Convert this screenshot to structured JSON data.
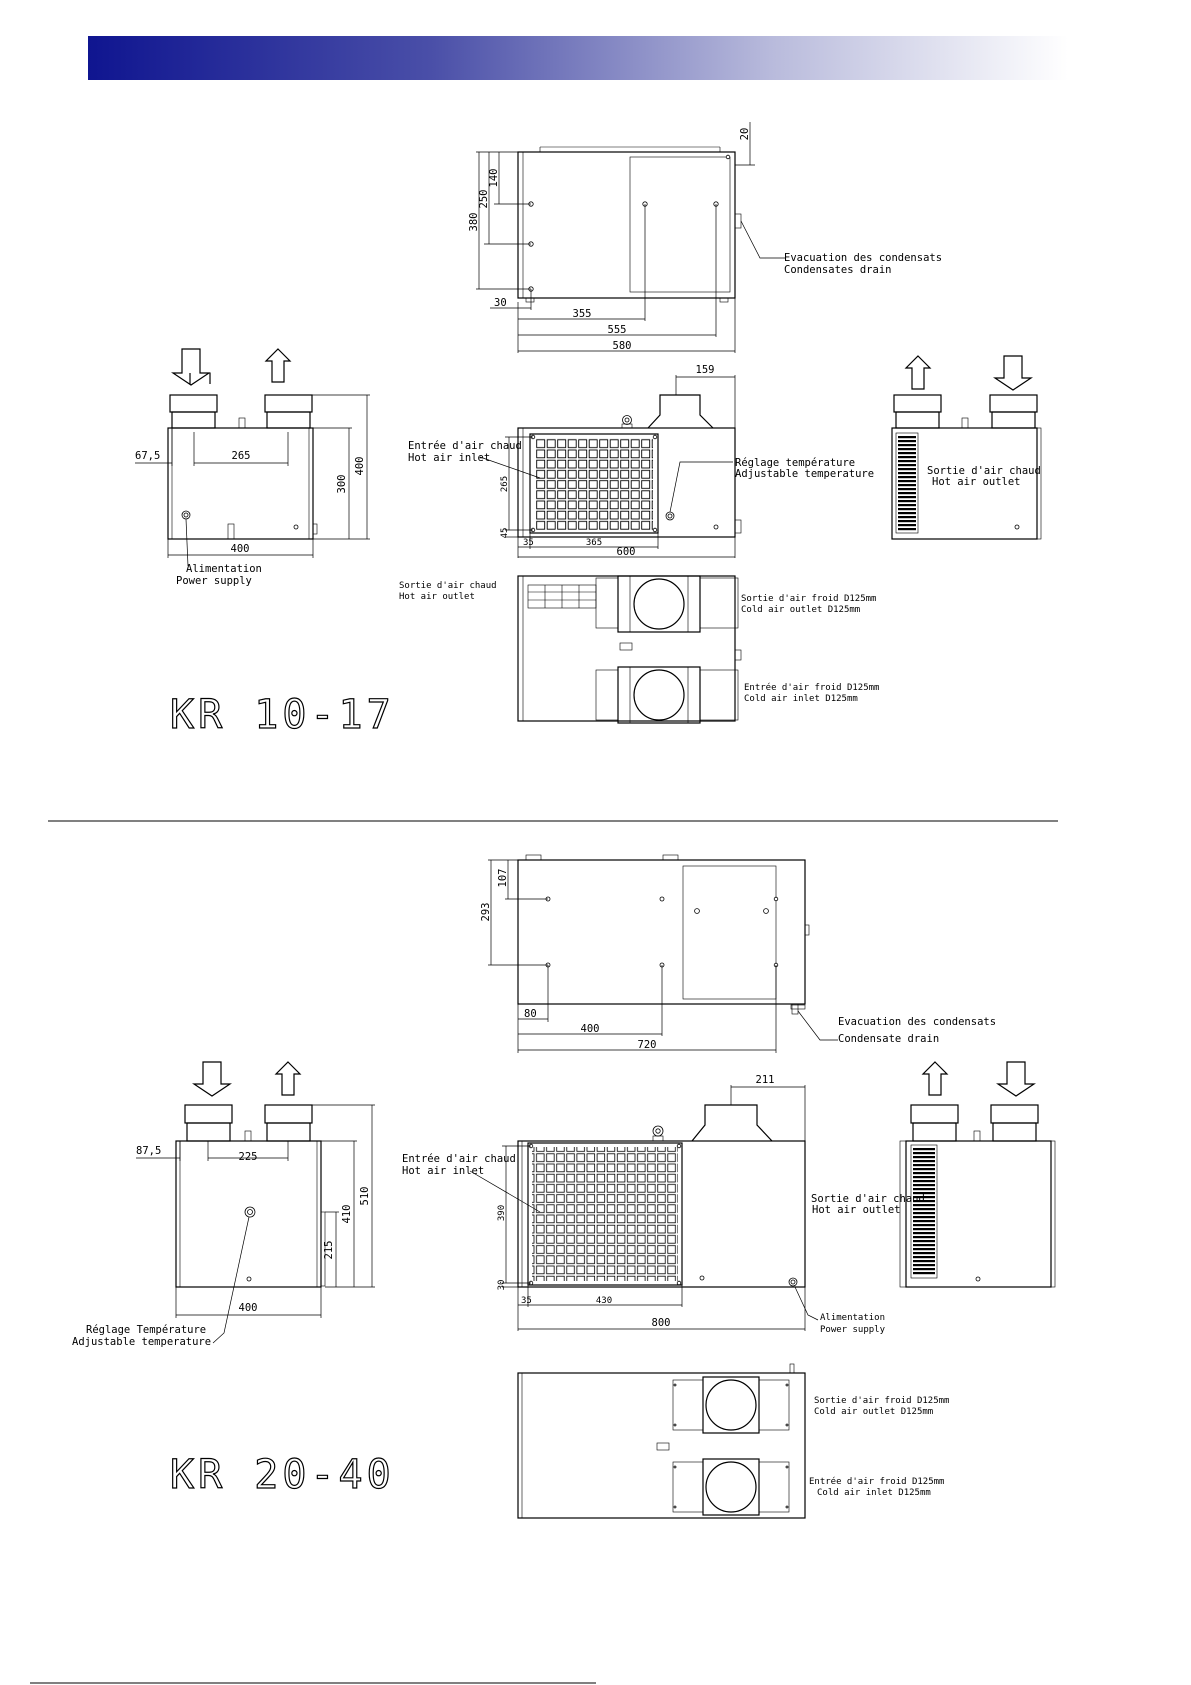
{
  "colors": {
    "header_start": "#0f1590",
    "header_end": "#ffffff",
    "line": "#000000"
  },
  "kr1017": {
    "model": "KR 10-17",
    "top": {
      "d20": "20",
      "d140": "140",
      "d250": "250",
      "d380": "380",
      "d30": "30",
      "d355": "355",
      "d555": "555",
      "d580": "580",
      "drain_fr": "Evacuation des condensats",
      "drain_en": "Condensates drain"
    },
    "left": {
      "d675": "67,5",
      "d265": "265",
      "d300": "300",
      "d400h": "400",
      "d400w": "400",
      "power_fr": "Alimentation",
      "power_en": "Power supply"
    },
    "front": {
      "d159": "159",
      "d265": "265",
      "d45": "45",
      "d35": "35",
      "d365": "365",
      "d600": "600",
      "inlet_fr": "Entrée d'air chaud",
      "inlet_en": "Hot air inlet",
      "temp_fr": "Réglage température",
      "temp_en": "Adjustable temperature"
    },
    "right": {
      "outlet_fr": "Sortie d'air chaud",
      "outlet_en": "Hot air outlet"
    },
    "back": {
      "hot_fr": "Sortie d'air chaud",
      "hot_en": "Hot air outlet",
      "cold_out_fr": "Sortie d'air froid D125mm",
      "cold_out_en": "Cold air outlet D125mm",
      "cold_in_fr": "Entrée d'air froid D125mm",
      "cold_in_en": "Cold air inlet D125mm"
    }
  },
  "kr2040": {
    "model": "KR 20-40",
    "top": {
      "d107": "107",
      "d293": "293",
      "d80": "80",
      "d400": "400",
      "d720": "720",
      "drain_fr": "Evacuation des condensats",
      "drain_en": "Condensate drain"
    },
    "left": {
      "d875": "87,5",
      "d225": "225",
      "d215": "215",
      "d410": "410",
      "d510": "510",
      "d400w": "400",
      "temp_fr": "Réglage Température",
      "temp_en": "Adjustable temperature"
    },
    "front": {
      "d211": "211",
      "d390": "390",
      "d30": "30",
      "d35": "35",
      "d430": "430",
      "d800": "800",
      "inlet_fr": "Entrée d'air chaud",
      "inlet_en": "Hot air inlet",
      "outlet_fr": "Sortie d'air chaud",
      "outlet_en": "Hot air outlet",
      "power_fr": "Alimentation",
      "power_en": "Power supply"
    },
    "back": {
      "cold_out_fr": "Sortie d'air froid D125mm",
      "cold_out_en": "Cold air outlet D125mm",
      "cold_in_fr": "Entrée d'air froid D125mm",
      "cold_in_en": "Cold air inlet D125mm"
    }
  }
}
